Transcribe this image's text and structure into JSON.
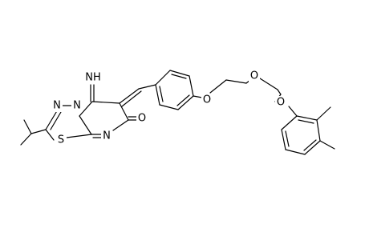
{
  "molecule": {
    "atom_labels": {
      "imine": "NH",
      "ring_n1": "N",
      "ring_n2": "N",
      "ring_n3": "N",
      "sulfur": "S",
      "carbonyl_o": "O",
      "ether_o1": "O",
      "ether_o2": "O",
      "ether_o3": "O"
    }
  }
}
